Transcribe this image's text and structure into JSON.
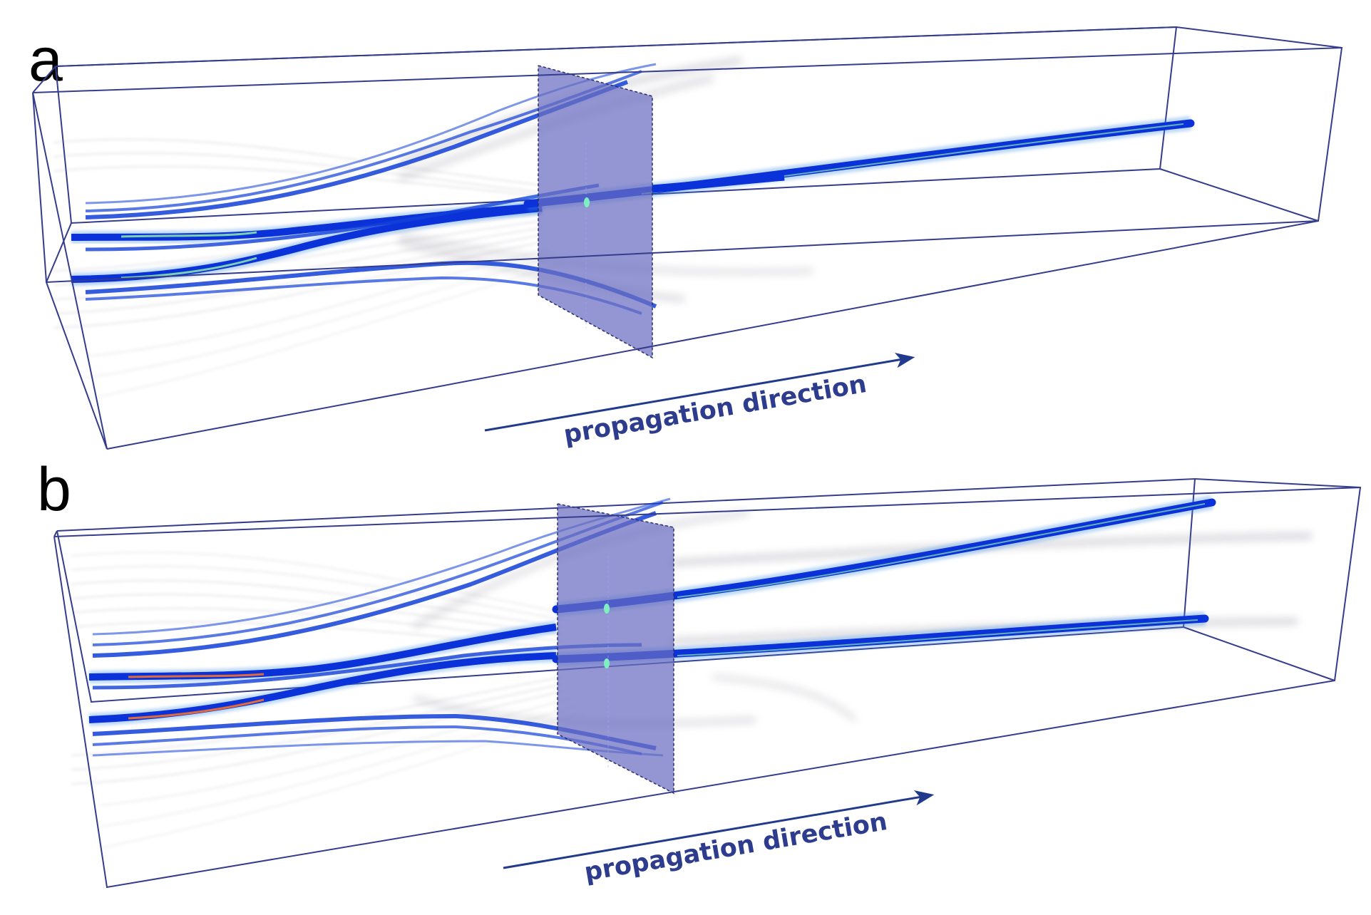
{
  "colors": {
    "box_edge": "#353c8c",
    "plane_fill": "#6a6ec0",
    "beam_core": "#0a32d8",
    "beam_glow": "#3f8fe8",
    "beam_hot": "#7ad0b0",
    "shadow": "#8a8a9a",
    "arrow": "#223a8c",
    "label": "#2d3c8c"
  },
  "panels": [
    {
      "letter": "a",
      "direction_label": "propagation direction",
      "output_beam_count": 1
    },
    {
      "letter": "b",
      "direction_label": "propagation direction",
      "output_beam_count": 2
    }
  ]
}
